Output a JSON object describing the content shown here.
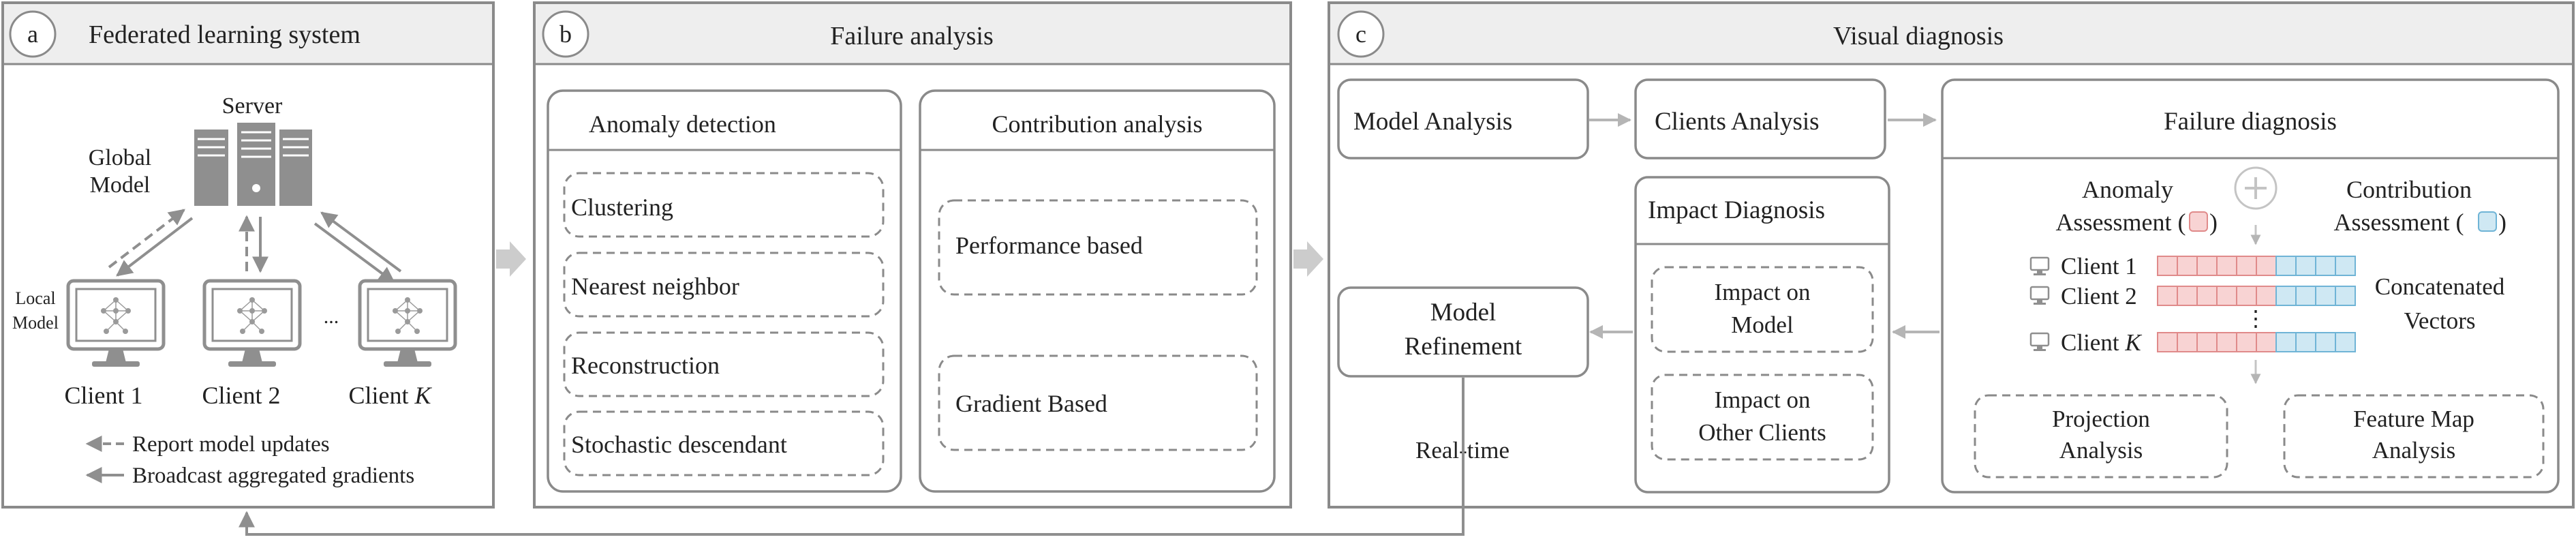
{
  "panel_a": {
    "letter": "a",
    "title": "Federated learning system",
    "server_label": "Server",
    "global_model_line1": "Global",
    "global_model_line2": "Model",
    "local_model_line1": "Local",
    "local_model_line2": "Model",
    "clients": [
      {
        "label": "Client 1"
      },
      {
        "label": "Client 2"
      },
      {
        "label": "Client ",
        "italic": "K"
      }
    ],
    "ellipsis": "...",
    "legend": {
      "report": "Report model updates",
      "broadcast": "Broadcast aggregated gradients"
    }
  },
  "panel_b": {
    "letter": "b",
    "title": "Failure analysis",
    "anomaly": {
      "title": "Anomaly detection",
      "items": [
        "Clustering",
        "Nearest neighbor",
        "Reconstruction",
        "Stochastic descendant"
      ]
    },
    "contribution": {
      "title": "Contribution analysis",
      "items": [
        "Performance based",
        "Gradient Based"
      ]
    }
  },
  "panel_c": {
    "letter": "c",
    "title": "Visual diagnosis",
    "model_analysis": "Model  Analysis",
    "clients_analysis": "Clients Analysis",
    "failure_diagnosis": {
      "title": "Failure diagnosis",
      "anomaly_line1": "Anomaly",
      "anomaly_line2": "Assessment (",
      "contribution_line1": "Contribution",
      "contribution_line2": "Assessment (",
      "close_paren": ")",
      "client_rows": [
        {
          "label": "Client 1"
        },
        {
          "label": "Client 2"
        },
        {
          "label": "Client ",
          "italic": "K"
        }
      ],
      "vdots": "⋮",
      "concat_line1": "Concatenated",
      "concat_line2": "Vectors",
      "projection_line1": "Projection",
      "projection_line2": "Analysis",
      "feature_line1": "Feature Map",
      "feature_line2": "Analysis"
    },
    "impact": {
      "title": "Impact Diagnosis",
      "model_line1": "Impact on",
      "model_line2": "Model",
      "clients_line1": "Impact on",
      "clients_line2": "Other Clients"
    },
    "refinement_line1": "Model",
    "refinement_line2": "Refinement",
    "realtime": "Real-time"
  },
  "colors": {
    "border": "#8a8a8a",
    "header_bg": "#eeeeee",
    "arrow": "#b5b5b5",
    "anomaly_fill": "#f8d3d3",
    "anomaly_stroke": "#e08a8a",
    "contribution_fill": "#cfe8f3",
    "contribution_stroke": "#6fb4d6",
    "icon": "#8f8f8f"
  }
}
